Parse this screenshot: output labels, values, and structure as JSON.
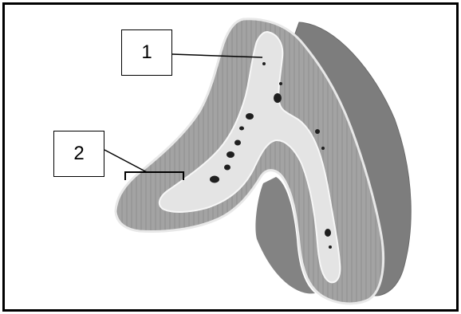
{
  "labels": [
    {
      "id": "label-1",
      "text": "1"
    },
    {
      "id": "label-2",
      "text": "2"
    }
  ],
  "colors": {
    "frame": "#000000",
    "tissue_mid": "#a3a3a3",
    "tissue_dark": "#7a7a7a",
    "lumen": "#e6e6e6",
    "spots": "#1f1f1f",
    "leader_line": "#000000"
  }
}
